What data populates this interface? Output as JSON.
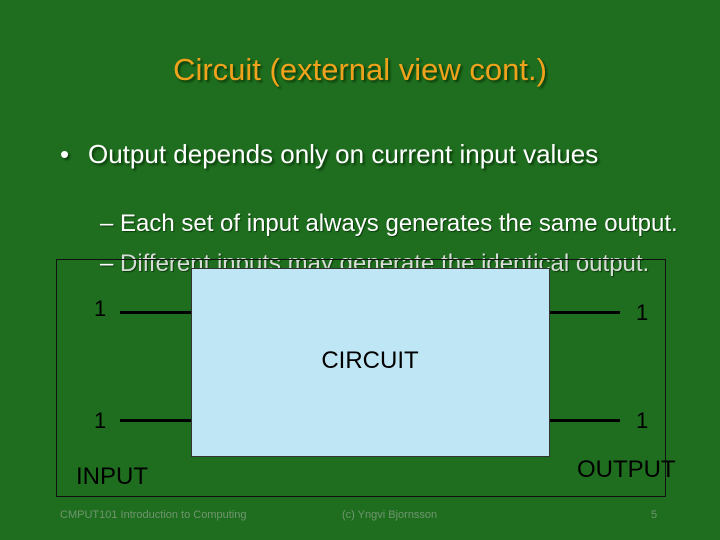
{
  "slide": {
    "title": "Circuit (external view cont.)",
    "bullet": "Output depends only on current input values",
    "bullet_marker": "•",
    "sub_marker": "–",
    "subpoints": [
      "Each set of input always generates the same output.",
      "Different inputs may generate the identical output."
    ]
  },
  "diagram": {
    "circuit_label": "CIRCUIT",
    "input_label": "INPUT",
    "output_label": "OUTPUT",
    "input_values": [
      "1",
      "1"
    ],
    "output_values": [
      "1",
      "1"
    ]
  },
  "footer": {
    "course": "CMPUT101 Introduction to Computing",
    "author": "(c) Yngvi Bjornsson",
    "page": "5"
  },
  "colors": {
    "background": "#1f6e1f",
    "title": "#f0a21c",
    "circuit_fill": "#bfe6f5"
  }
}
